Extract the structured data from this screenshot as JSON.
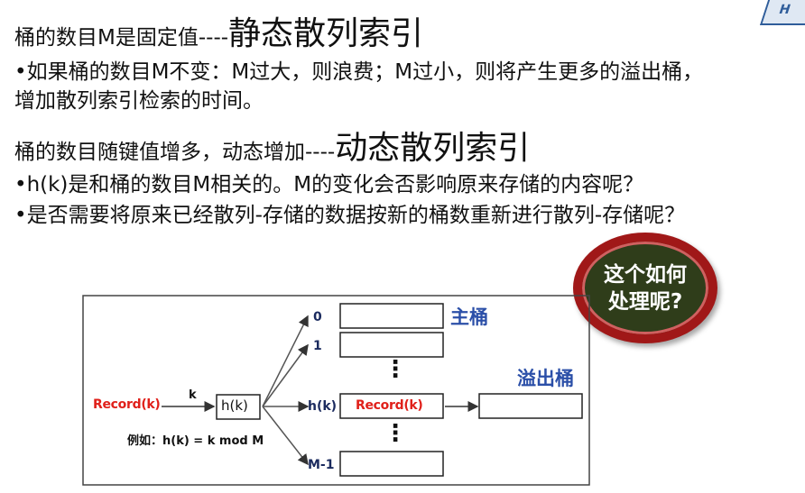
{
  "static": {
    "prefix": "桶的数目M是固定值----",
    "title": "静态散列索引",
    "bullet1_line1": "•如果桶的数目M不变：M过大，则浪费；M过小，则将产生更多的溢出桶，",
    "bullet1_line2": "增加散列索引检索的时间。"
  },
  "dynamic": {
    "prefix": "桶的数目随键值增多，动态增加----",
    "title": "动态散列索引",
    "bullet1": "•h(k)是和桶的数目M相关的。M的变化会否影响原来存储的内容呢？",
    "bullet2": "•是否需要将原来已经散列-存储的数据按新的桶数重新进行散列-存储呢？"
  },
  "callout": {
    "line1": "这个如何",
    "line2": "处理呢?"
  },
  "logo_text": "H",
  "diagram": {
    "record_label": "Record(k)",
    "k_label": "k",
    "hash_box": "h(k)",
    "example": "例如：h(k) = k mod M",
    "indices": [
      "0",
      "1",
      "h(k)",
      "M-1"
    ],
    "bucket_record": "Record(k)",
    "main_bucket_label": "主桶",
    "overflow_label": "溢出桶",
    "ellipsis": "⋮"
  }
}
